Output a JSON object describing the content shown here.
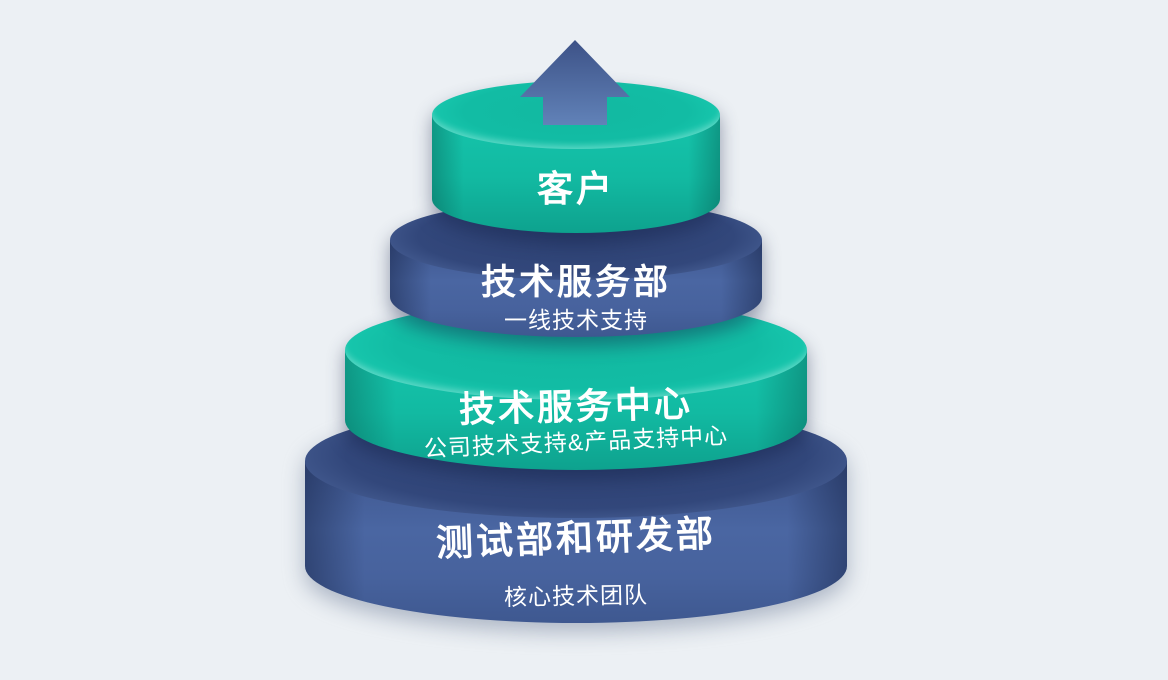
{
  "diagram": {
    "type": "stacked-cylinder-pyramid",
    "arrow": {
      "icon": "up-arrow",
      "direction": "up"
    },
    "tiers": [
      {
        "label": "客户",
        "sublabel": "",
        "color": "#12BCA4"
      },
      {
        "label": "技术服务部",
        "sublabel": "一线技术支持",
        "color": "#47629D"
      },
      {
        "label": "技术服务中心",
        "sublabel": "公司技术支持&产品支持中心",
        "color": "#12BCA4"
      },
      {
        "label": "测试部和研发部",
        "sublabel": "核心技术团队",
        "color": "#47629D"
      }
    ],
    "colors": {
      "background": "#ECF0F4",
      "teal": "#12BCA4",
      "blue": "#47629D",
      "arrow_top": "#3D5287",
      "arrow_bottom": "#6182B8",
      "text": "#FFFFFF"
    }
  }
}
